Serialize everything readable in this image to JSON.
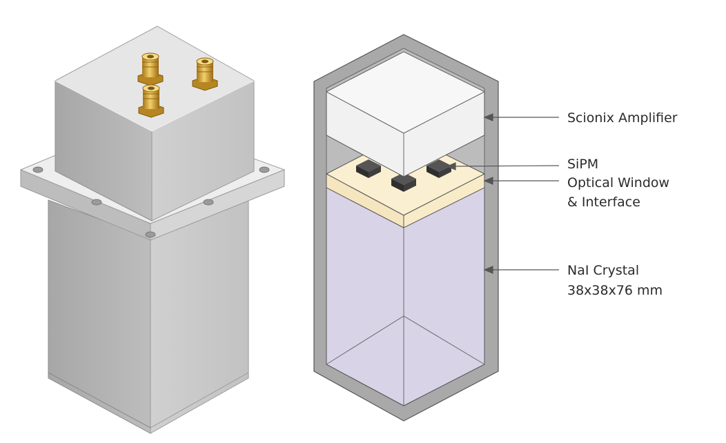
{
  "labels": {
    "amplifier": "Scionix Amplifier",
    "sipm": "SiPM",
    "window_line1": "Optical Window",
    "window_line2": "& Interface",
    "crystal_line1": "NaI Crystal",
    "crystal_line2": "38x38x76 mm"
  },
  "colors": {
    "housing": "#a9a9a9",
    "amplifier": "#f1f1f1",
    "window": "#fbefd2",
    "crystal": "#d8d3e6",
    "sipm": "#3e3e3e",
    "brass": "#d4a437"
  }
}
